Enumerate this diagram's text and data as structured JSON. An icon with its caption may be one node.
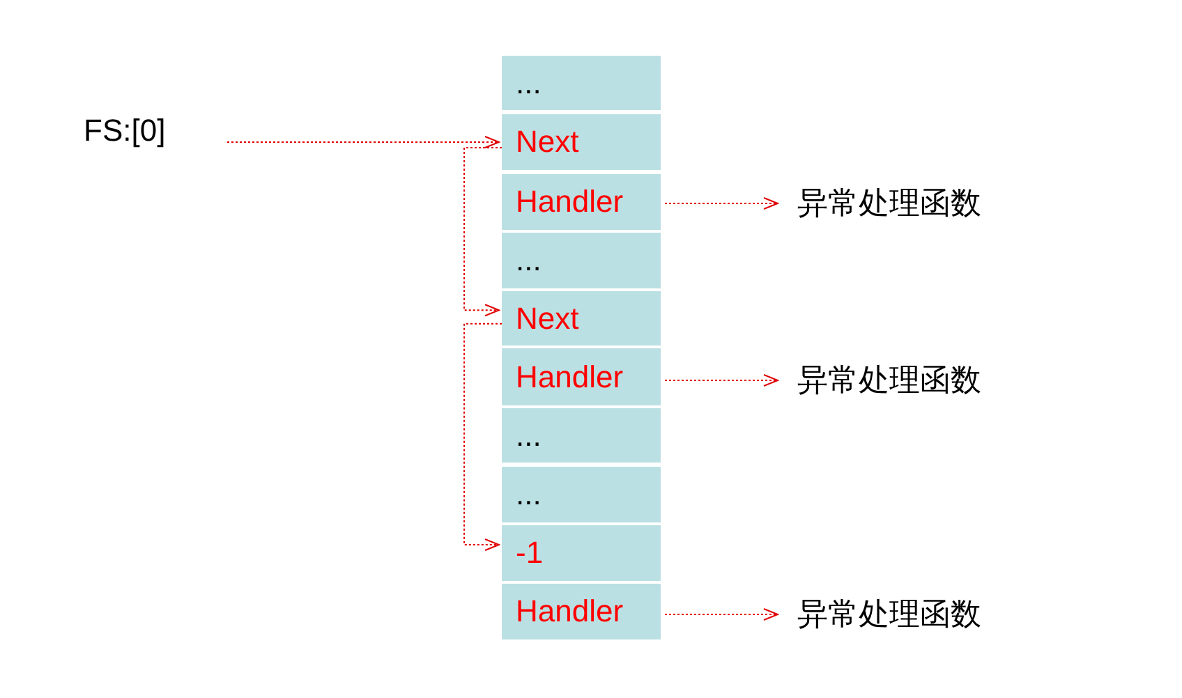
{
  "diagram": {
    "nodes": [
      {
        "text": [
          "FS:[0]"
        ]
      },
      {
        "text": [
          "..."
        ]
      },
      {
        "text": [
          "Next"
        ]
      },
      {
        "text": [
          "Handler"
        ]
      },
      {
        "text": [
          "..."
        ]
      },
      {
        "text": [
          "Next"
        ]
      },
      {
        "text": [
          "Handler"
        ]
      },
      {
        "text": [
          "..."
        ]
      },
      {
        "text": [
          "..."
        ]
      },
      {
        "text": [
          "-1"
        ]
      },
      {
        "text": [
          "Handler"
        ]
      },
      {
        "text": [
          "异常处理函数"
        ]
      },
      {
        "text": [
          "异常处理函数"
        ]
      },
      {
        "text": [
          "异常处理函数"
        ]
      }
    ],
    "edges": [
      {
        "from": 0,
        "to": 2,
        "arrow": "to"
      },
      {
        "from": 2,
        "to": 5,
        "arrow": "to"
      },
      {
        "from": 5,
        "to": 9,
        "arrow": "to"
      },
      {
        "from": 3,
        "to": 11,
        "arrow": "to"
      },
      {
        "from": 6,
        "to": 12,
        "arrow": "to"
      },
      {
        "from": 10,
        "to": 13,
        "arrow": "to"
      }
    ]
  }
}
